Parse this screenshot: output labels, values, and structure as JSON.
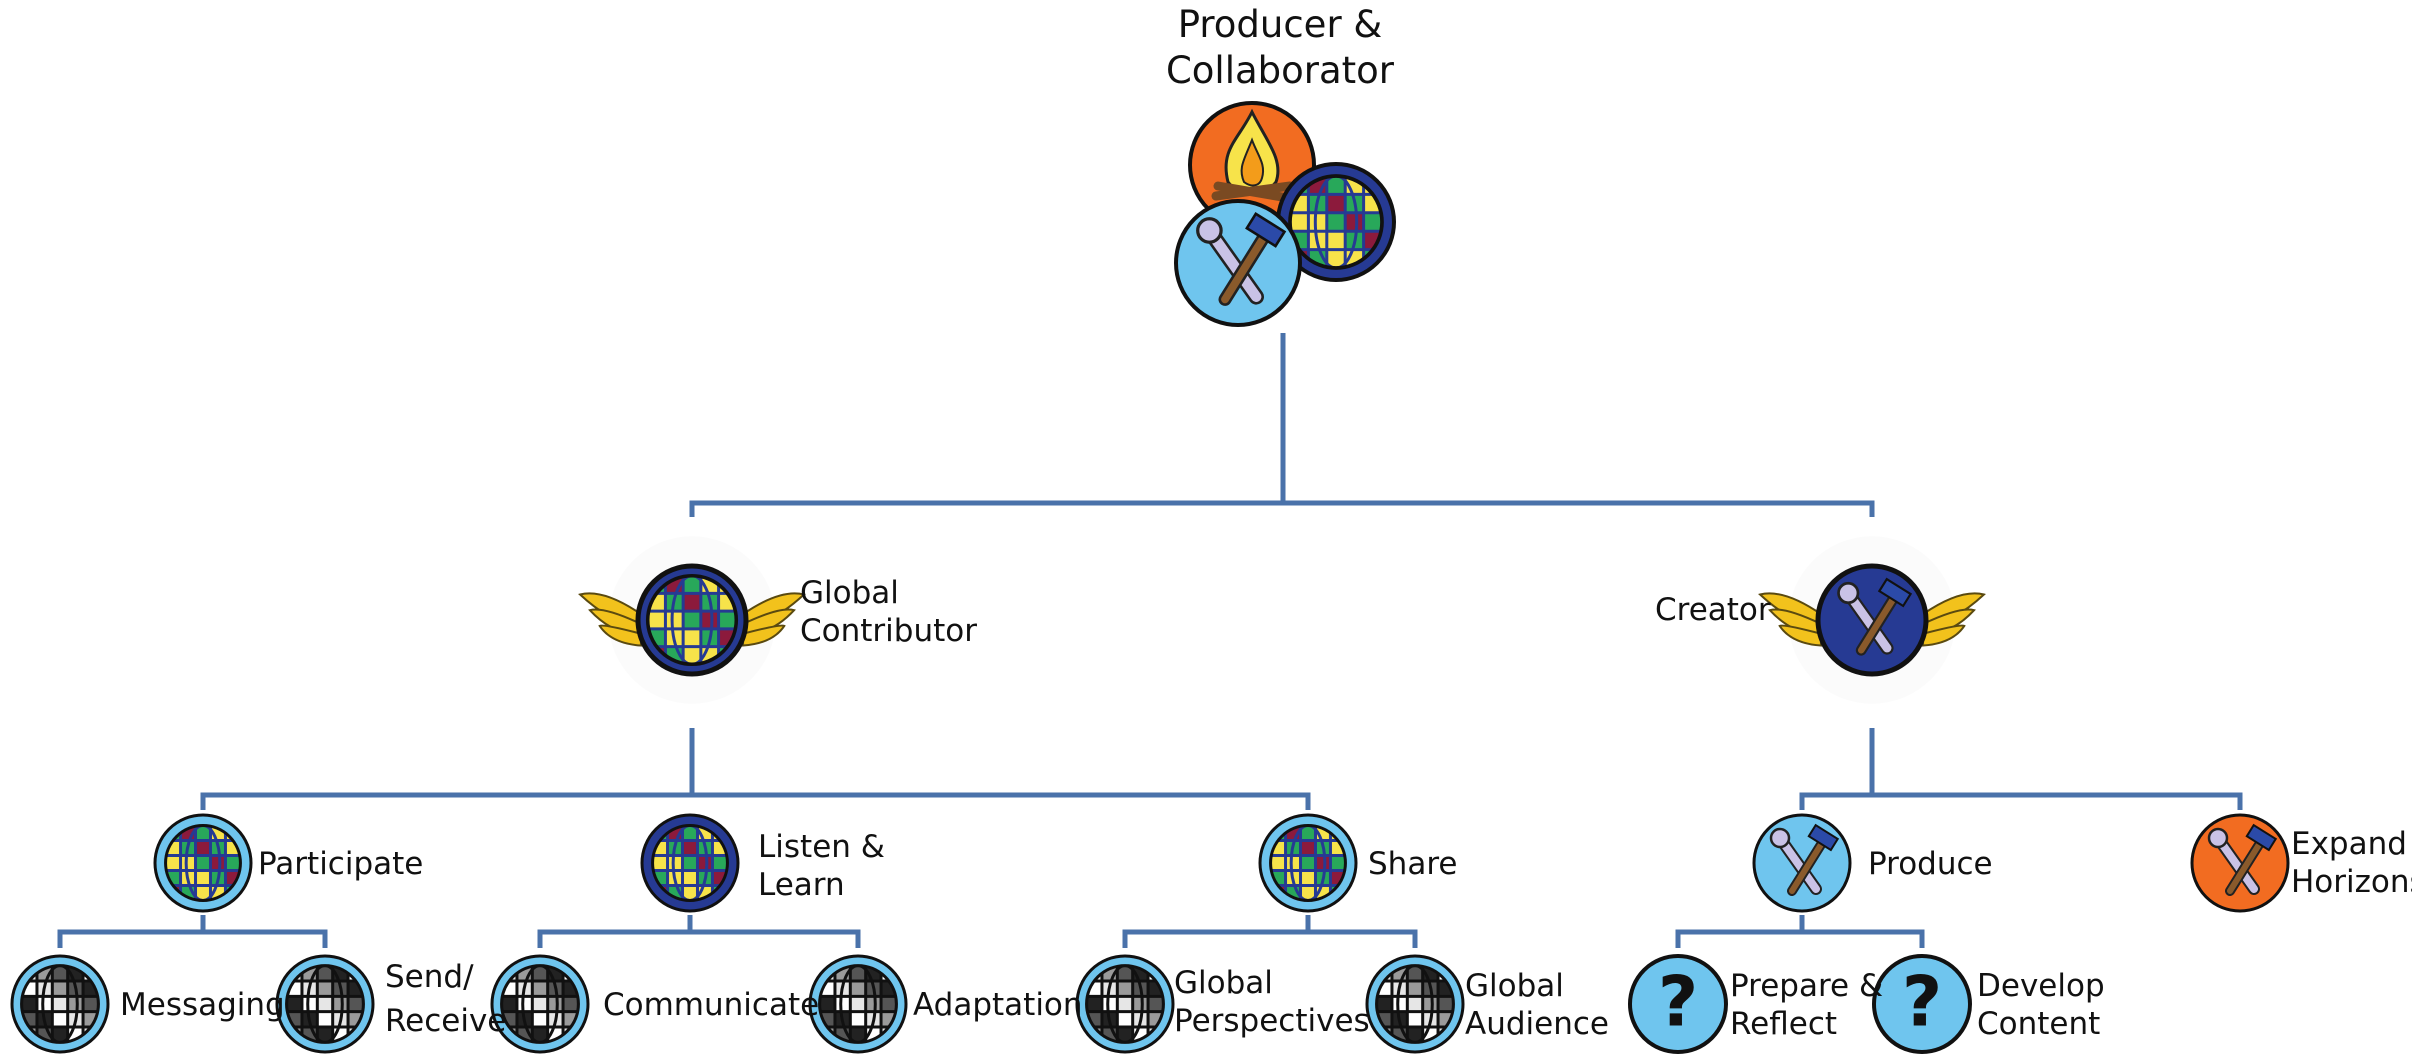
{
  "colors": {
    "line": "#4a72aa",
    "badge_blue": "#6fc5ee",
    "badge_orange": "#f26c21",
    "badge_navy": "#263a93",
    "wing_gold": "#f2c21c",
    "globe_green": "#28a85a",
    "globe_yellow": "#f7e34a",
    "globe_maroon": "#8c1a3c",
    "globe_gray": "#9a9a9a"
  },
  "root": {
    "lines": [
      "Producer &",
      "Collaborator"
    ],
    "icon": "producer-collaborator-badge-cluster"
  },
  "level1": [
    {
      "id": "global-contributor",
      "lines": [
        "Global",
        "Contributor"
      ],
      "icon": "winged-globe-icon"
    },
    {
      "id": "creator",
      "lines": [
        "Creator"
      ],
      "icon": "winged-tools-icon"
    }
  ],
  "level2": [
    {
      "id": "participate",
      "lines": [
        "Participate"
      ],
      "icon": "globe-badge-icon"
    },
    {
      "id": "listen-learn",
      "lines": [
        "Listen &",
        "Learn"
      ],
      "icon": "globe-badge-icon"
    },
    {
      "id": "share",
      "lines": [
        "Share"
      ],
      "icon": "globe-badge-icon"
    },
    {
      "id": "produce",
      "lines": [
        "Produce"
      ],
      "icon": "tools-badge-icon"
    },
    {
      "id": "expand-horizons",
      "lines": [
        "Expand",
        "Horizons"
      ],
      "icon": "tools-badge-icon"
    }
  ],
  "level3": [
    {
      "id": "messaging",
      "lines": [
        "Messaging"
      ],
      "icon": "gray-globe-icon"
    },
    {
      "id": "send-receive",
      "lines": [
        "Send/",
        "Receive"
      ],
      "icon": "gray-globe-icon"
    },
    {
      "id": "communicate",
      "lines": [
        "Communicate"
      ],
      "icon": "gray-globe-icon"
    },
    {
      "id": "adaptation",
      "lines": [
        "Adaptation"
      ],
      "icon": "gray-globe-icon"
    },
    {
      "id": "global-perspectives",
      "lines": [
        "Global",
        "Perspectives"
      ],
      "icon": "gray-globe-icon"
    },
    {
      "id": "global-audience",
      "lines": [
        "Global",
        "Audience"
      ],
      "icon": "gray-globe-icon"
    },
    {
      "id": "prepare-reflect",
      "lines": [
        "Prepare &",
        "Reflect"
      ],
      "icon": "question-mark-icon"
    },
    {
      "id": "develop-content",
      "lines": [
        "Develop",
        "Content"
      ],
      "icon": "question-mark-icon"
    }
  ]
}
